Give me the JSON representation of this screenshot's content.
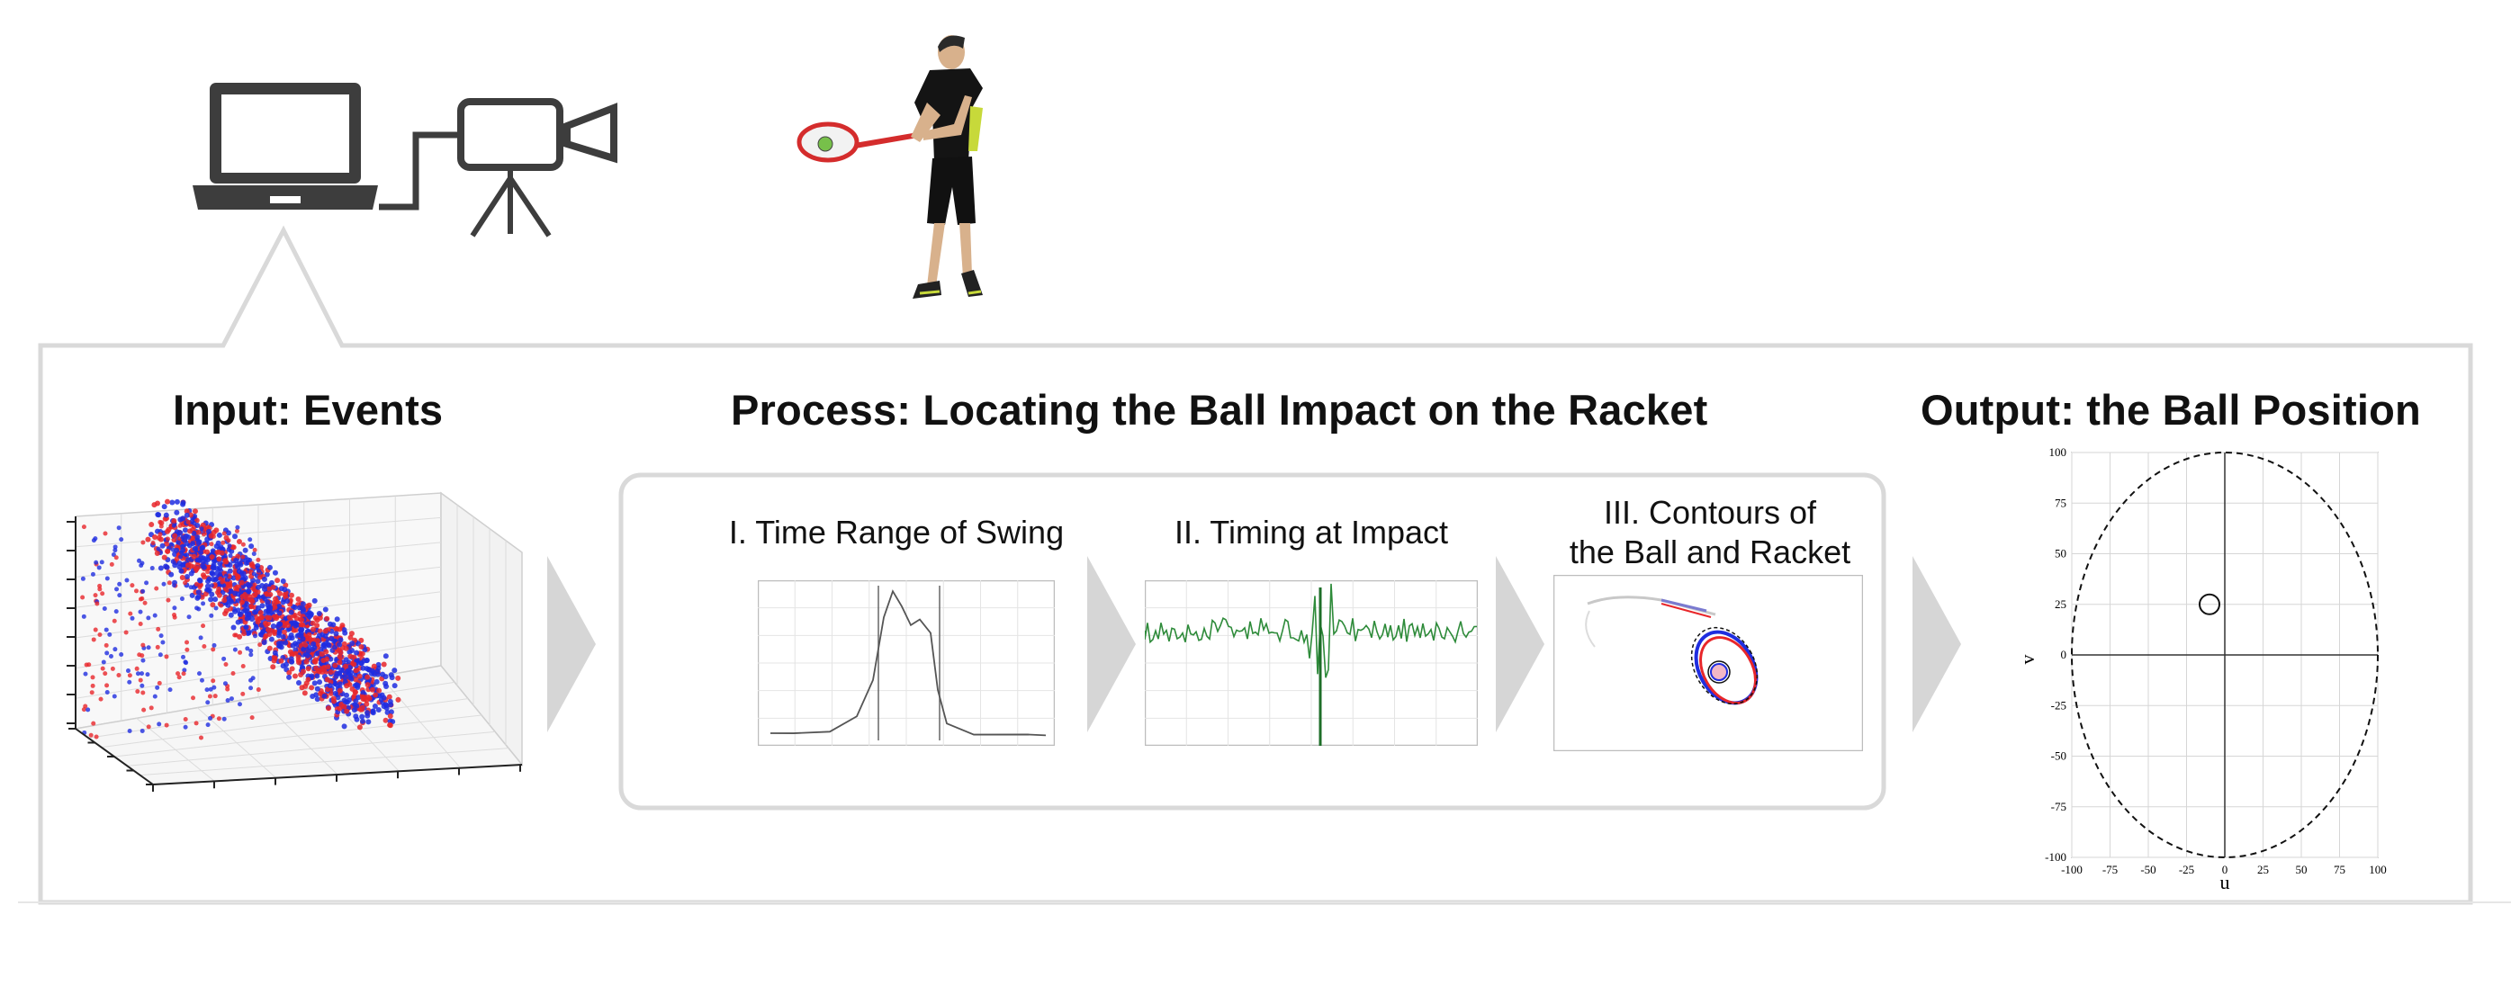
{
  "sections": {
    "input_title": "Input: Events",
    "process_title": "Process: Locating the Ball Impact on the Racket",
    "output_title": "Output: the Ball Position"
  },
  "steps": [
    {
      "title": "I. Time Range of Swing"
    },
    {
      "title": "II. Timing at Impact"
    },
    {
      "title_line1": "III. Contours of",
      "title_line2": "the Ball and Racket"
    }
  ],
  "output_plot": {
    "type": "scatter",
    "xlabel": "u",
    "ylabel": "v",
    "xlim": [
      -100,
      100
    ],
    "ylim": [
      -100,
      100
    ],
    "xticks": [
      "-100",
      "-75",
      "-50",
      "-25",
      "0",
      "25",
      "50",
      "75",
      "100"
    ],
    "yticks": [
      "100",
      "75",
      "50",
      "25",
      "0",
      "-25",
      "-50",
      "-75",
      "-100"
    ],
    "grid": true,
    "ball_position": {
      "u": -10,
      "v": 25
    },
    "racket_outline": "dashed ellipse"
  },
  "colors": {
    "frame": "#d9d9d9",
    "arrow": "#d6d6d6",
    "event_pos": "#e8262a",
    "event_neg": "#1f2de0",
    "signal_green": "#2e8b3a",
    "icon_dark": "#3d3d3d"
  }
}
